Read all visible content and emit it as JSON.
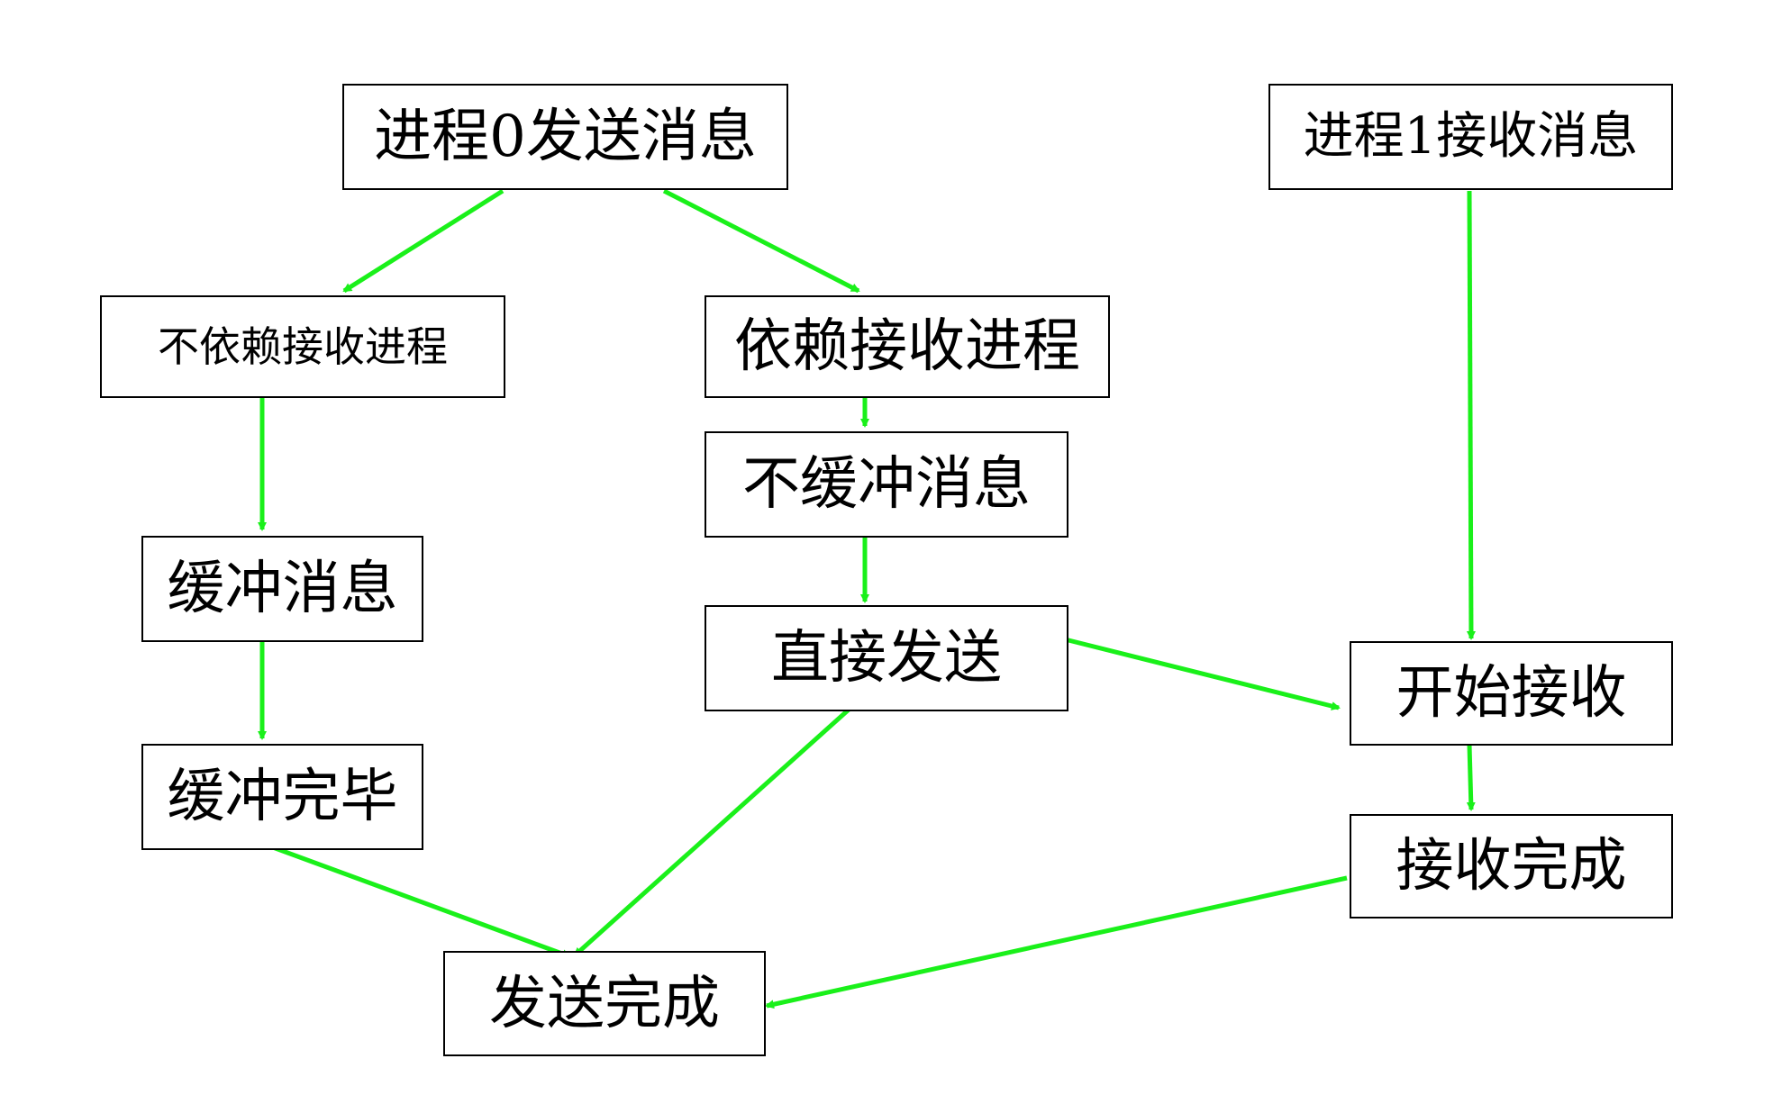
{
  "diagram": {
    "nodes": {
      "p0_send": "进程0发送消息",
      "p1_recv": "进程1接收消息",
      "no_depend": "不依赖接收进程",
      "depend": "依赖接收进程",
      "no_buffer": "不缓冲消息",
      "buffer": "缓冲消息",
      "direct_send": "直接发送",
      "start_recv": "开始接收",
      "buffer_done": "缓冲完毕",
      "recv_done": "接收完成",
      "send_done": "发送完成"
    },
    "edges": [
      {
        "from": "p0_send",
        "to": "no_depend"
      },
      {
        "from": "p0_send",
        "to": "depend"
      },
      {
        "from": "no_depend",
        "to": "buffer"
      },
      {
        "from": "buffer",
        "to": "buffer_done"
      },
      {
        "from": "buffer_done",
        "to": "send_done"
      },
      {
        "from": "depend",
        "to": "no_buffer"
      },
      {
        "from": "no_buffer",
        "to": "direct_send"
      },
      {
        "from": "direct_send",
        "to": "start_recv"
      },
      {
        "from": "direct_send",
        "to": "send_done"
      },
      {
        "from": "p1_recv",
        "to": "start_recv"
      },
      {
        "from": "start_recv",
        "to": "recv_done"
      },
      {
        "from": "recv_done",
        "to": "send_done"
      }
    ],
    "arrow_color": "#1AF01A",
    "box_border_color": "#000000"
  }
}
